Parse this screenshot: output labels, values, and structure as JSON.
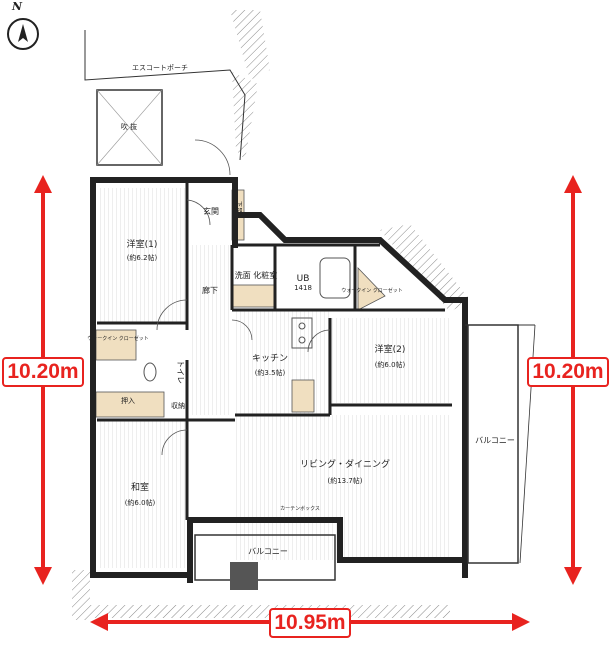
{
  "compass": {
    "label": "N"
  },
  "dimensions": {
    "left": "10.20m",
    "right": "10.20m",
    "bottom": "10.95m"
  },
  "rooms": {
    "porch": "エスコートポーチ",
    "void": "吹 抜",
    "entrance": "玄関",
    "shoe_closet": "下足入",
    "western1": "洋室(1)",
    "western1_size": "(約6.2帖)",
    "hallway": "廊下",
    "washroom": "洗面\n化粧室",
    "ub": "UB",
    "ub_size": "1418",
    "kitchen": "キッチン",
    "kitchen_size": "(約3.5帖)",
    "western2": "洋室(2)",
    "western2_size": "(約6.0帖)",
    "walkin1": "ウォークイン\nクローゼット",
    "walkin2": "ウォークイン\nクローゼット",
    "toilet": "トイレ",
    "closet_oshiire": "押入",
    "closet_small": "収納",
    "washitsu": "和室",
    "washitsu_size": "(約6.0帖)",
    "living": "リビング・ダイニング",
    "living_size": "(約13.7帖)",
    "balcony_east": "バルコニー",
    "balcony_south": "バルコニー",
    "curtain_box": "カーテンボックス"
  }
}
